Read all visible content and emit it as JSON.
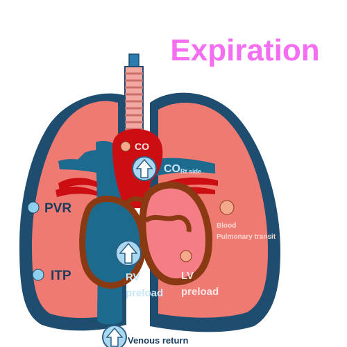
{
  "title": "Expiration",
  "labels": {
    "co": "CO",
    "co_rt_main": "CO",
    "co_rt_sub": "Rt side",
    "pvr": "PVR",
    "itp": "ITP",
    "blood": "Blood",
    "pulmonary_transit": "Pulmonary transit",
    "rv_line1": "RV",
    "rv_line2": "preload",
    "lv_line1": "LV",
    "lv_line2": "preload",
    "venous_return": "Venous return"
  },
  "colors": {
    "title": "#f36ef0",
    "lung_outline": "#1e4d6f",
    "lung_fill": "#ee7a72",
    "vessel_blue": "#1d6a8f",
    "aorta_red": "#cc0d12",
    "heart_outline": "#8a3a13",
    "lv_pink": "#f47d86",
    "trachea": "#f2a8a0",
    "dot_blue": "#8fd0ee",
    "dot_peach": "#f4a98c",
    "arrow_circle": "#a9d8f0",
    "text_navy": "#183a5c",
    "text_light": "#fde6e6",
    "text_on_blue": "#c7e6f6"
  },
  "icons": {
    "up_arrow": "up-arrow-icon",
    "dot": "bullet-dot-icon"
  }
}
